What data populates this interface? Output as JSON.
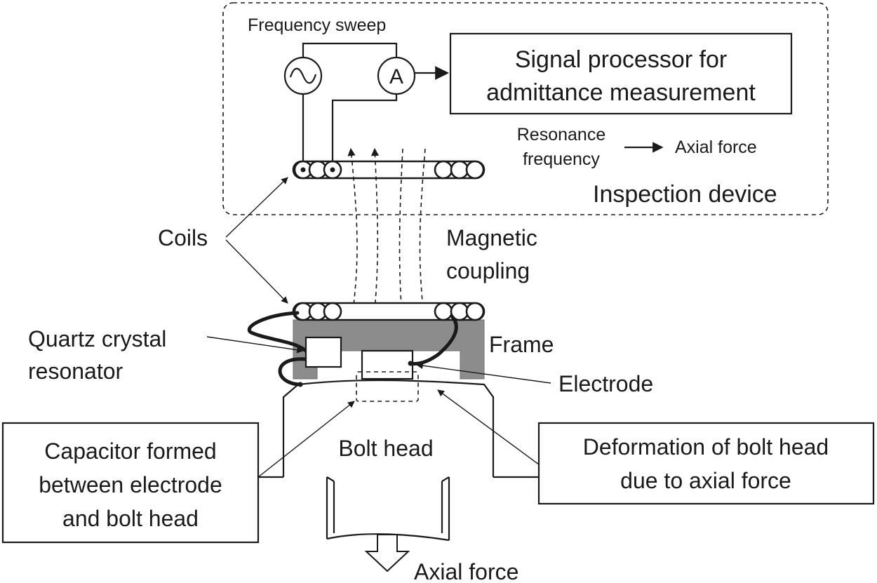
{
  "labels": {
    "frequency_sweep": "Frequency sweep",
    "ammeter_symbol": "A",
    "signal_processor_line1": "Signal processor for",
    "signal_processor_line2": "admittance measurement",
    "resonance_line1": "Resonance",
    "resonance_line2": "frequency",
    "axial_force_output": "Axial force",
    "inspection_device": "Inspection device",
    "coils": "Coils",
    "magnetic_line1": "Magnetic",
    "magnetic_line2": "coupling",
    "quartz_line1": "Quartz crystal",
    "quartz_line2": "resonator",
    "frame": "Frame",
    "electrode": "Electrode",
    "capacitor_line1": "Capacitor formed",
    "capacitor_line2": "between electrode",
    "capacitor_line3": "and bolt head",
    "bolt_head": "Bolt head",
    "deformation_line1": "Deformation of bolt head",
    "deformation_line2": "due to axial force",
    "axial_force_bottom": "Axial force"
  },
  "colors": {
    "frame": "#8c8c8c",
    "ink": "#1a1a1a"
  },
  "icons": {
    "ac_source": "sine-wave-icon",
    "ammeter": "ammeter-icon"
  }
}
